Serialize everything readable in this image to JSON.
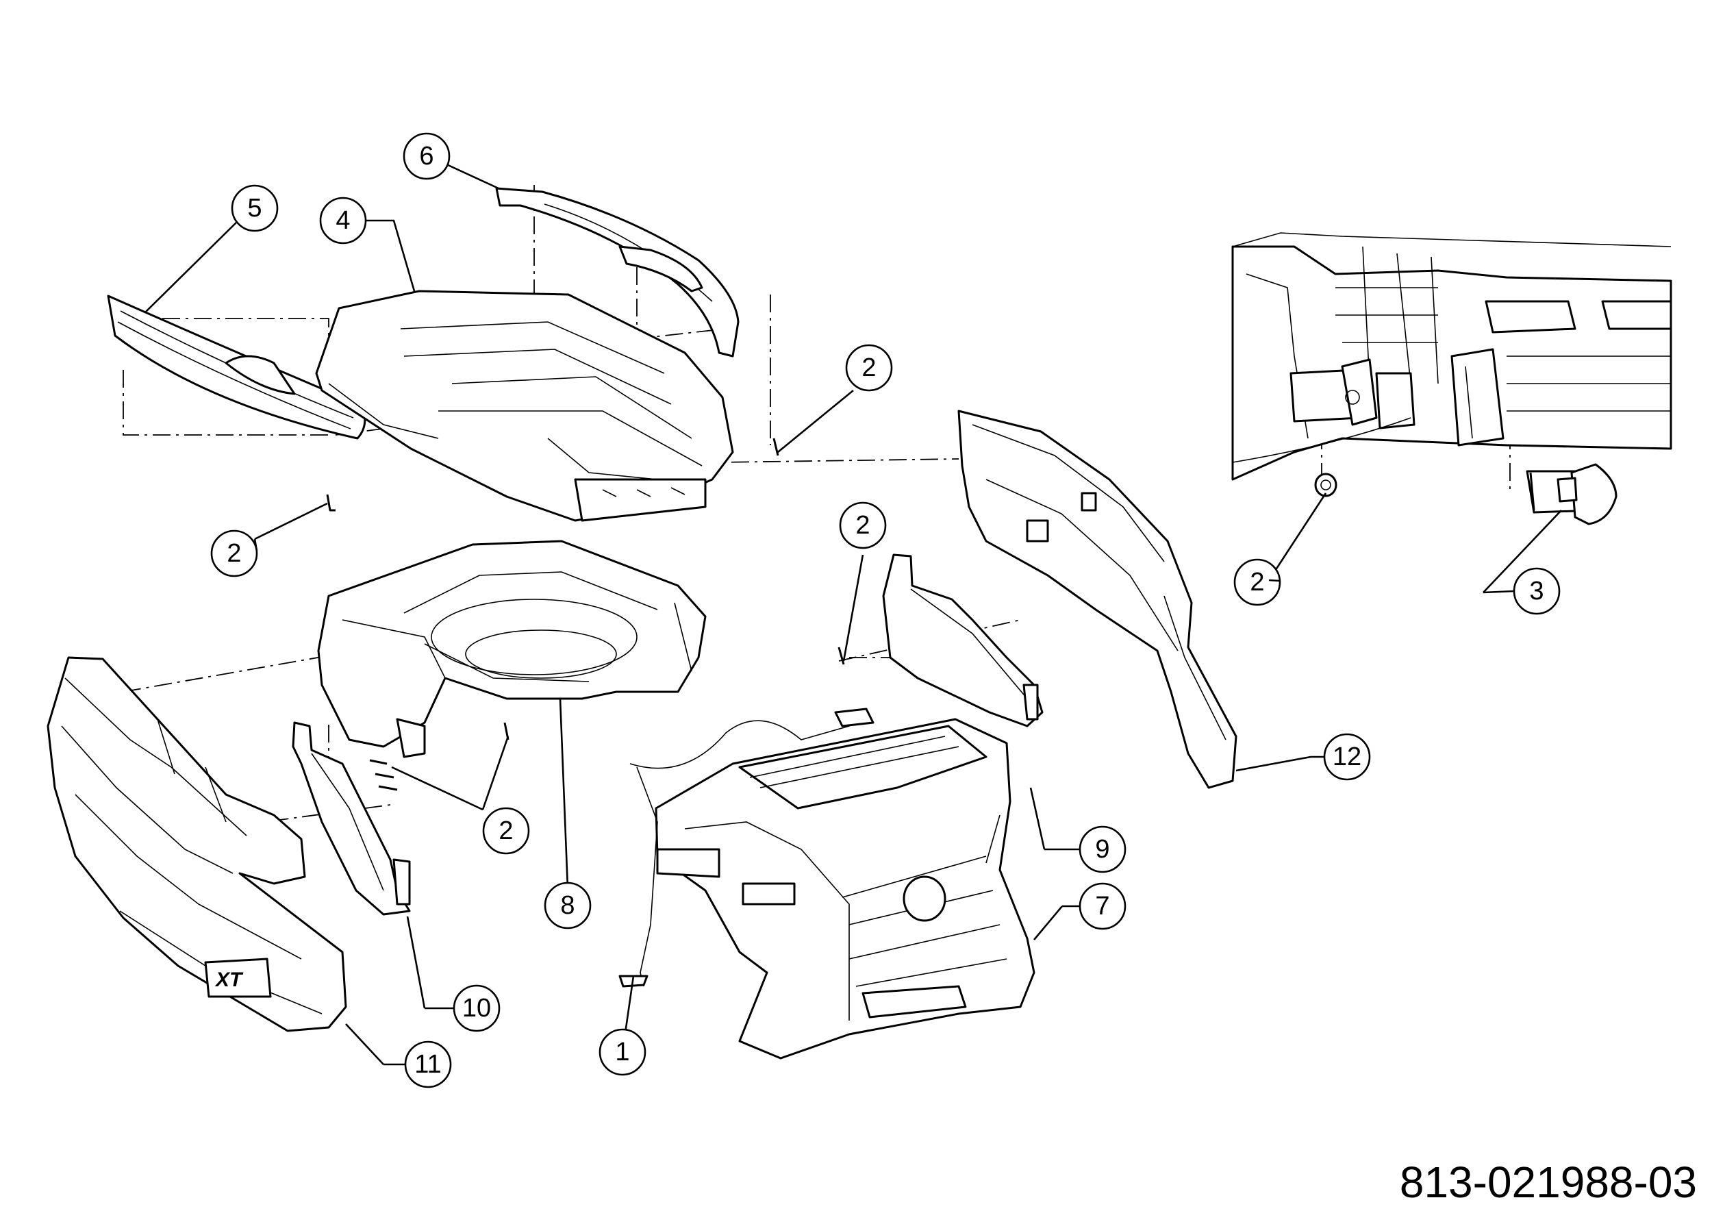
{
  "diagram": {
    "part_number": "813-021988-03",
    "callouts": [
      "6",
      "5",
      "4",
      "2",
      "2",
      "2",
      "2",
      "2",
      "8",
      "9",
      "7",
      "12",
      "1",
      "10",
      "11",
      "3"
    ],
    "logo": "XT"
  }
}
